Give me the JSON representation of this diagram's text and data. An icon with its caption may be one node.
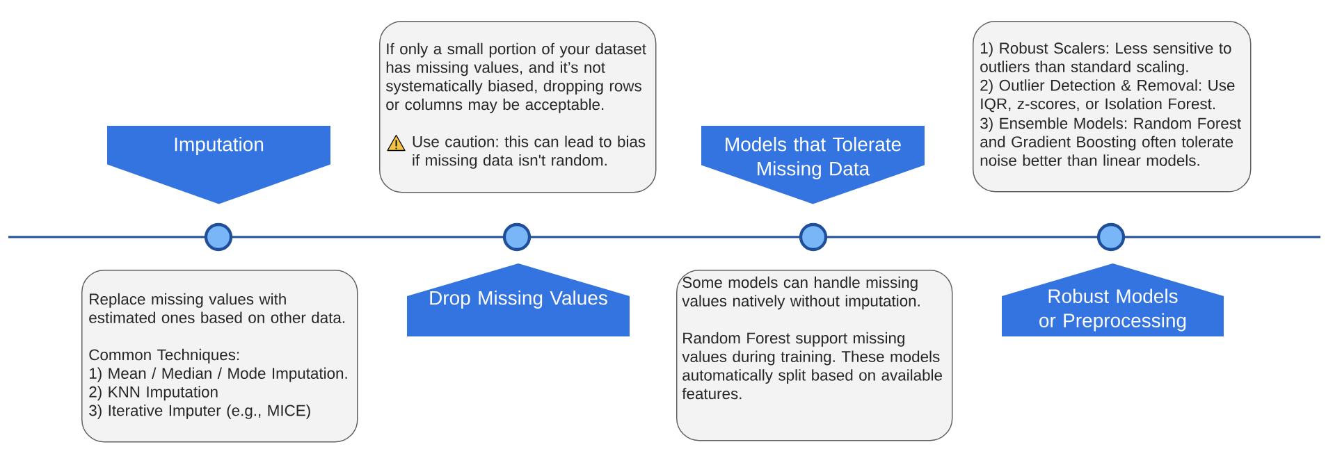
{
  "diagram": {
    "nodes": [
      {
        "text": [
          "Imputation"
        ]
      },
      {
        "text": [
          "Replace missing values with estimated ones based on other data.",
          "Common Techniques:",
          "1) Mean / Median / Mode Imputation.",
          "2) KNN Imputation",
          "3) Iterative Imputer (e.g., MICE)"
        ]
      },
      {
        "text": [
          "Drop Missing Values"
        ]
      },
      {
        "text": [
          "If only a small portion of your dataset has missing values, and it’s not systematically biased, dropping rows or columns may be acceptable.",
          "Use caution: this can lead to bias if missing data isn't random."
        ]
      },
      {
        "text": [
          "Models that Tolerate Missing Data"
        ]
      },
      {
        "text": [
          "Some models can handle missing values natively without imputation.",
          "Random Forest support missing values during training. These models automatically split based on available features."
        ]
      },
      {
        "text": [
          "1) Robust Scalers: Less sensitive to outliers than standard scaling.",
          "2) Outlier Detection & Removal: Use IQR, z-scores, or Isolation Forest.",
          "3) Ensemble Models: Random Forest and Gradient Boosting often tolerate noise better than linear models."
        ]
      },
      {
        "text": [
          "Robust Models or Preprocessing"
        ]
      }
    ]
  }
}
